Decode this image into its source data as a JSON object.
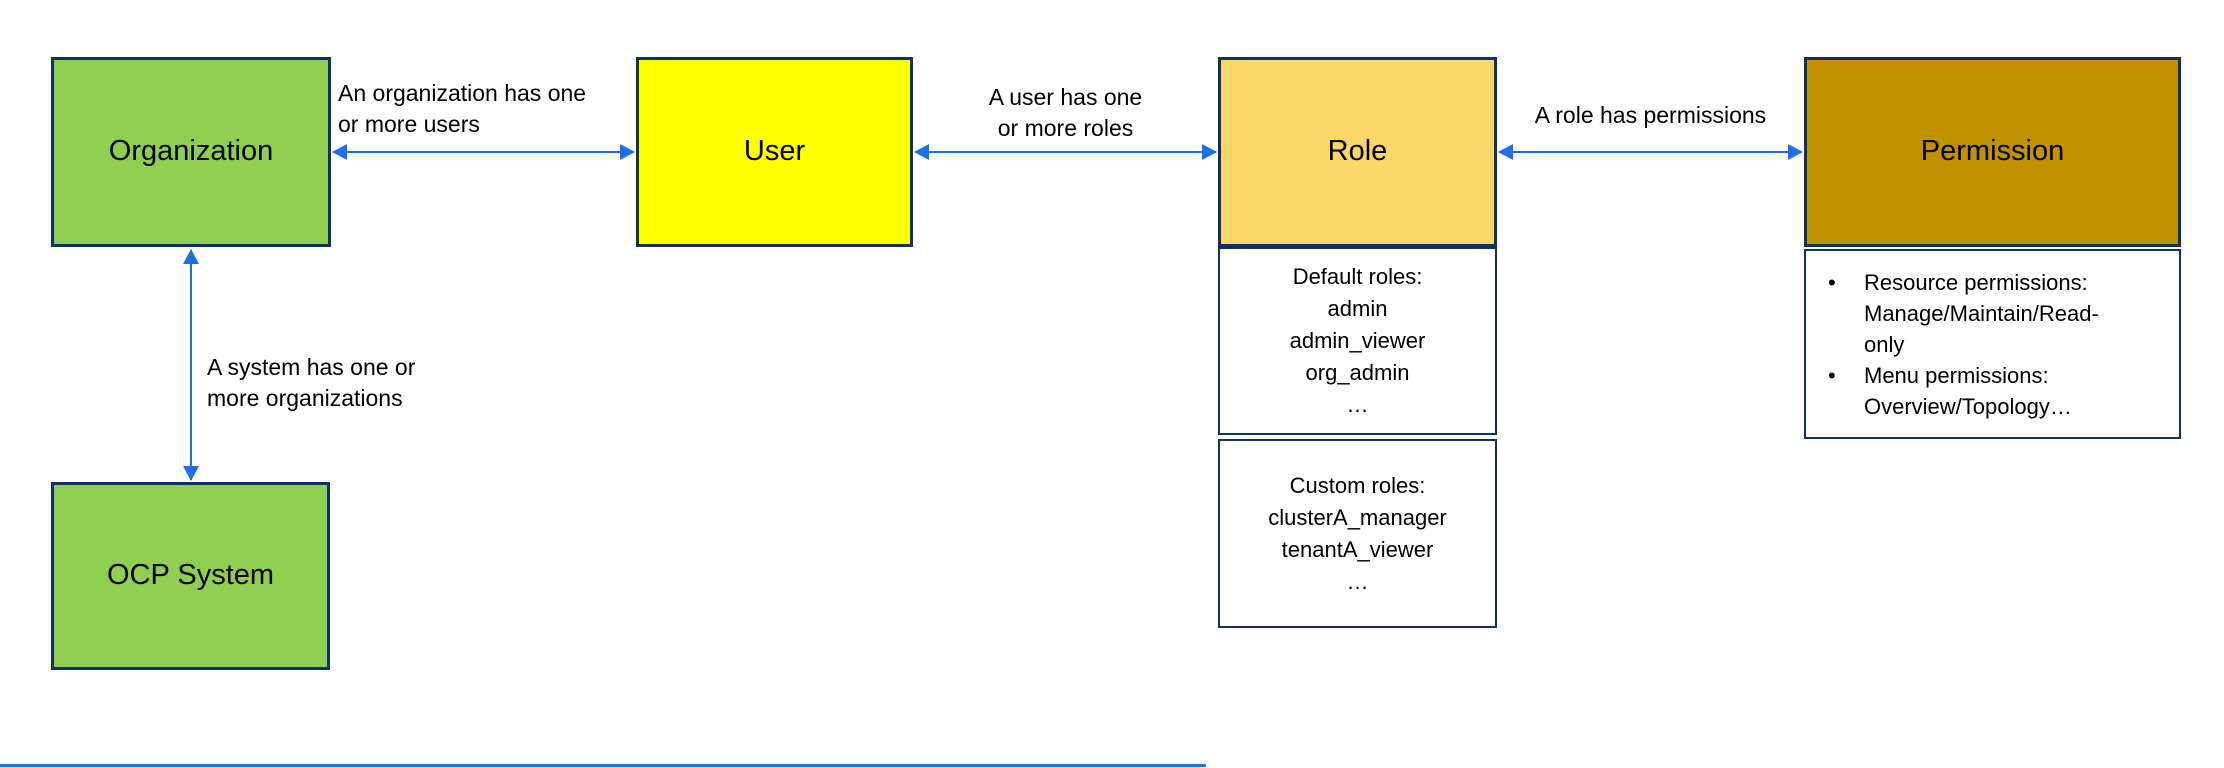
{
  "colors": {
    "background": "#FFFFFF",
    "green": "#90CE51",
    "yellow": "#FFFF00",
    "light_gold": "#FCD667",
    "dark_gold": "#C09200",
    "box_border": "#0F3062",
    "arrow_blue": "#1E6FE8",
    "text": "#000000"
  },
  "nodes": {
    "organization": {
      "label": "Organization"
    },
    "user": {
      "label": "User"
    },
    "role": {
      "label": "Role"
    },
    "permission": {
      "label": "Permission"
    },
    "ocp_system": {
      "label": "OCP System"
    },
    "default_roles": {
      "lines": [
        "Default roles:",
        "admin",
        "admin_viewer",
        "org_admin",
        "…"
      ]
    },
    "custom_roles": {
      "lines": [
        "Custom roles:",
        "clusterA_manager",
        "tenantA_viewer",
        "…"
      ]
    },
    "permissions_list": {
      "bullet_char": "•",
      "items": [
        {
          "lines": [
            "Resource permissions:",
            "Manage/Maintain/Read-",
            "only"
          ]
        },
        {
          "lines": [
            "Menu permissions:",
            "Overview/Topology…"
          ]
        }
      ]
    }
  },
  "edges": {
    "org_user": {
      "lines": [
        "An organization has one",
        "or more users"
      ]
    },
    "user_role": {
      "lines": [
        "A user has one",
        "or more roles"
      ]
    },
    "role_permission": {
      "lines": [
        "A role has permissions"
      ]
    },
    "system_org": {
      "lines": [
        "A system has one or",
        "more organizations"
      ]
    }
  }
}
